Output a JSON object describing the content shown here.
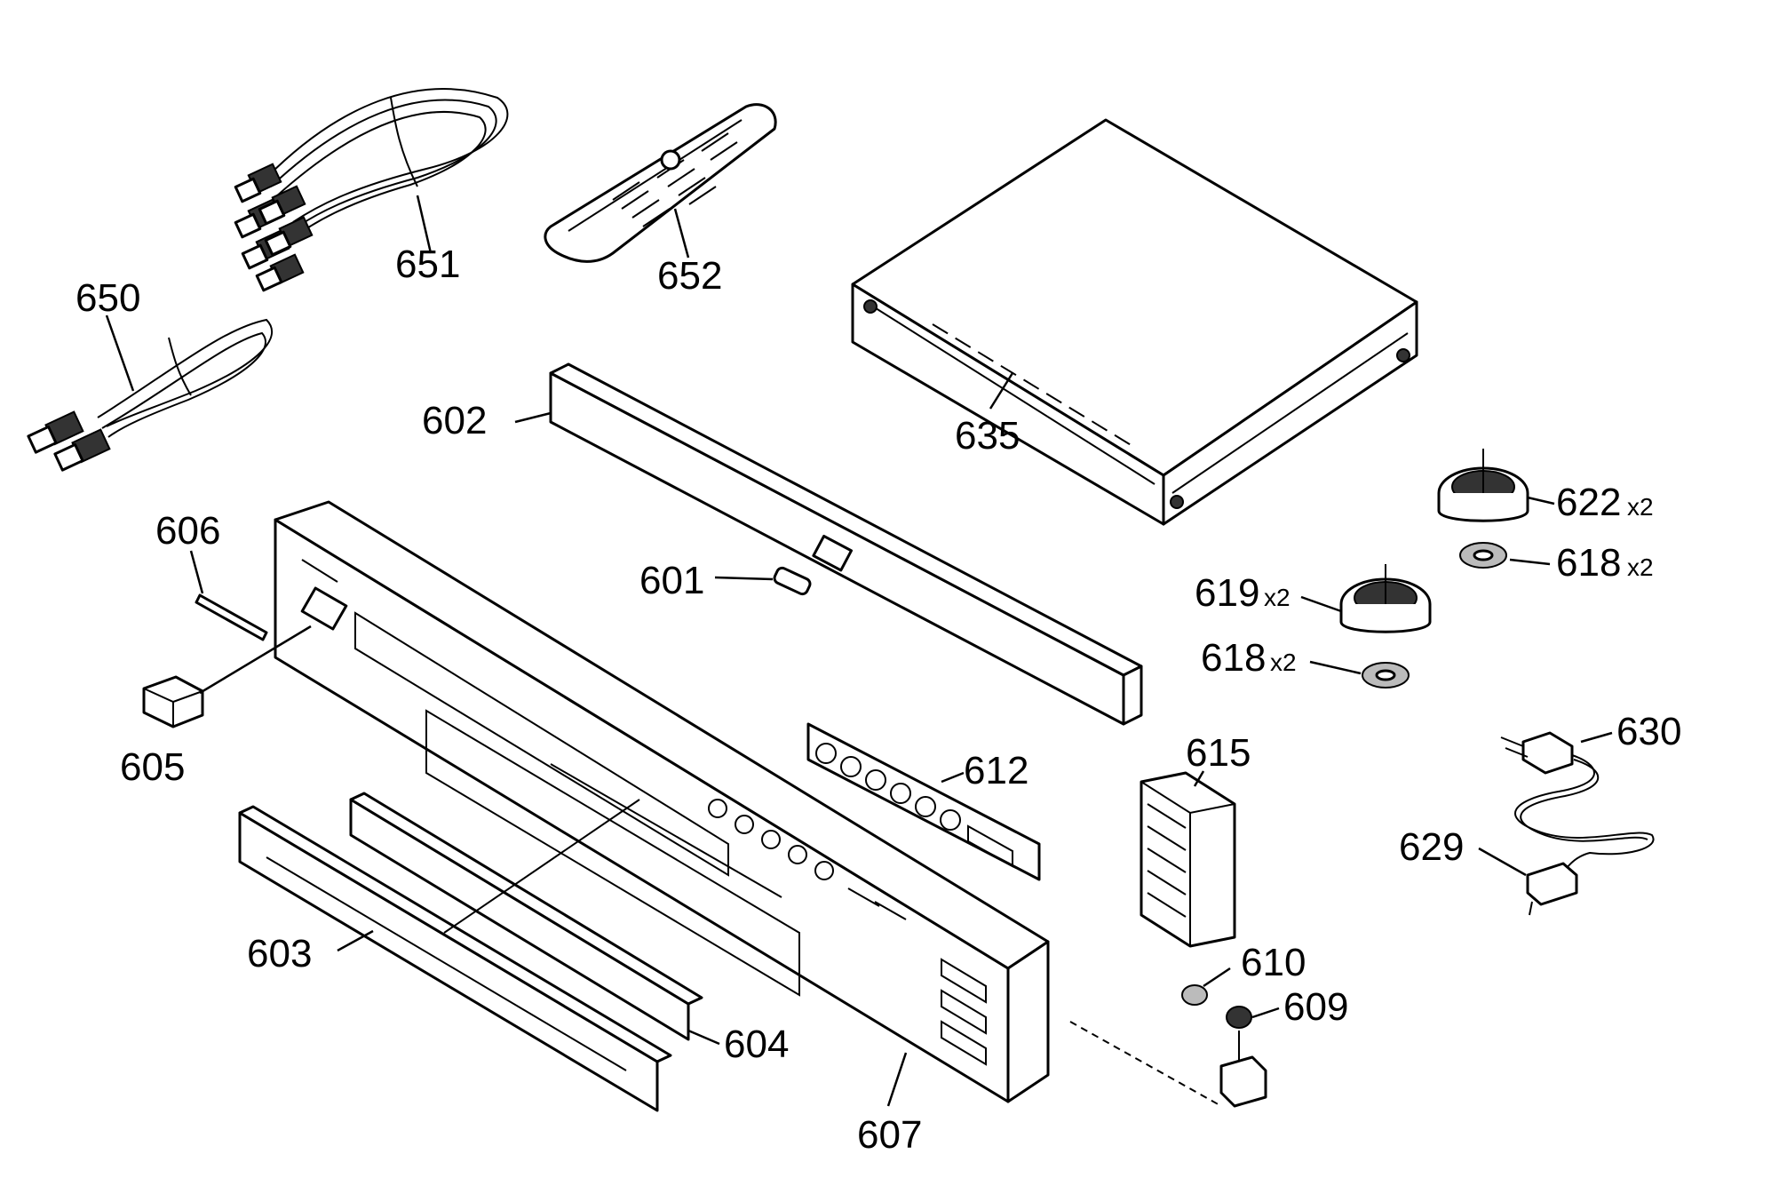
{
  "parts": [
    {
      "id": "p650",
      "label": "650"
    },
    {
      "id": "p651",
      "label": "651"
    },
    {
      "id": "p652",
      "label": "652"
    },
    {
      "id": "p635",
      "label": "635"
    },
    {
      "id": "p602",
      "label": "602"
    },
    {
      "id": "p606",
      "label": "606"
    },
    {
      "id": "p601",
      "label": "601"
    },
    {
      "id": "p605",
      "label": "605"
    },
    {
      "id": "p612",
      "label": "612"
    },
    {
      "id": "p615",
      "label": "615"
    },
    {
      "id": "p603",
      "label": "603"
    },
    {
      "id": "p604",
      "label": "604"
    },
    {
      "id": "p607",
      "label": "607"
    },
    {
      "id": "p610",
      "label": "610"
    },
    {
      "id": "p609",
      "label": "609"
    },
    {
      "id": "p629",
      "label": "629"
    },
    {
      "id": "p630",
      "label": "630"
    },
    {
      "id": "p622",
      "label": "622",
      "qty": "x2"
    },
    {
      "id": "p618a",
      "label": "618",
      "qty": "x2"
    },
    {
      "id": "p619",
      "label": "619",
      "qty": "x2"
    },
    {
      "id": "p618b",
      "label": "618",
      "qty": "x2"
    }
  ]
}
